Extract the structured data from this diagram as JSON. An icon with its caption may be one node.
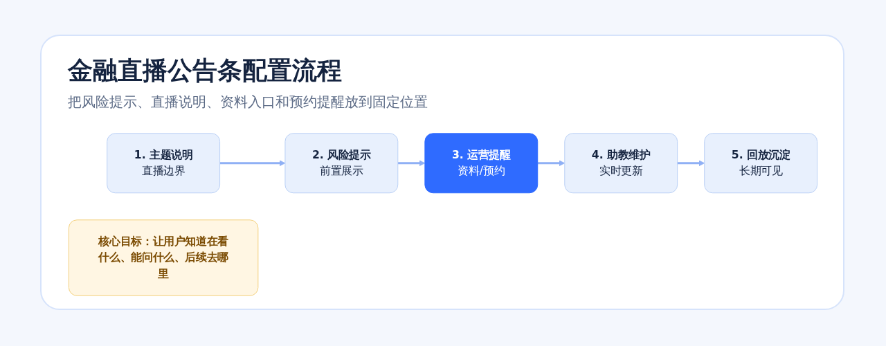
{
  "diagram": {
    "title": "金融直播公告条配置流程",
    "caption": "把风险提示、直播说明、资料入口和预约提醒放到固定位置",
    "nodes": [
      {
        "text": [
          "1. 主题说明",
          "直播边界"
        ]
      },
      {
        "text": [
          "2. 风险提示",
          "前置展示"
        ]
      },
      {
        "text": [
          "3. 运营提醒",
          "资料/预约"
        ]
      },
      {
        "text": [
          "4. 助教维护",
          "实时更新"
        ]
      },
      {
        "text": [
          "5. 回放沉淀",
          "长期可见"
        ]
      },
      {
        "text": [
          "核心目标：让用户知道在看什么、能问什么、后续去哪里"
        ]
      }
    ],
    "edges": [
      {
        "from": 0,
        "to": 1,
        "arrow": "to"
      },
      {
        "from": 1,
        "to": 2,
        "arrow": "to"
      },
      {
        "from": 2,
        "to": 3,
        "arrow": "to"
      },
      {
        "from": 3,
        "to": 4,
        "arrow": "to"
      }
    ]
  }
}
